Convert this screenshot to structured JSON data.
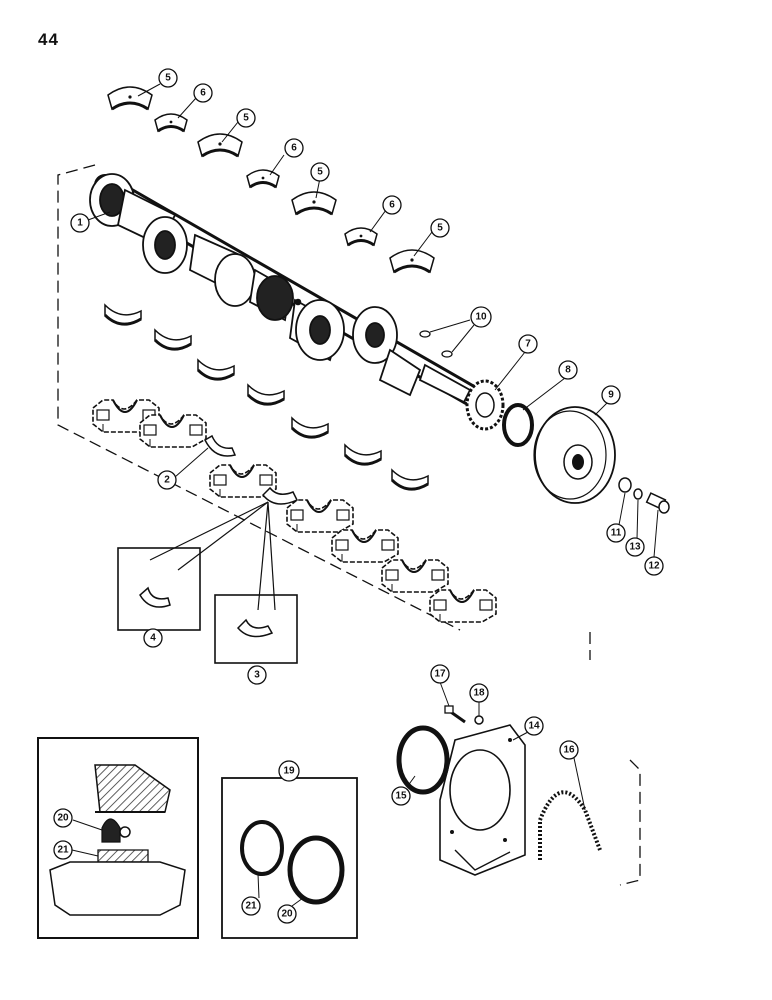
{
  "page": {
    "number": "44"
  },
  "callouts": {
    "c1": "1",
    "c2": "2",
    "c3": "3",
    "c4": "4",
    "c5a": "5",
    "c5b": "5",
    "c5c": "5",
    "c5d": "5",
    "c6a": "6",
    "c6b": "6",
    "c6c": "6",
    "c7": "7",
    "c8": "8",
    "c9": "9",
    "c10": "10",
    "c11": "11",
    "c12": "12",
    "c13": "13",
    "c14": "14",
    "c15": "15",
    "c16": "16",
    "c17": "17",
    "c18": "18",
    "c19": "19",
    "c20a": "20",
    "c20b": "20",
    "c21a": "21",
    "c21b": "21"
  },
  "colors": {
    "ink": "#111111",
    "paper": "#ffffff",
    "hatch": "#333333"
  }
}
